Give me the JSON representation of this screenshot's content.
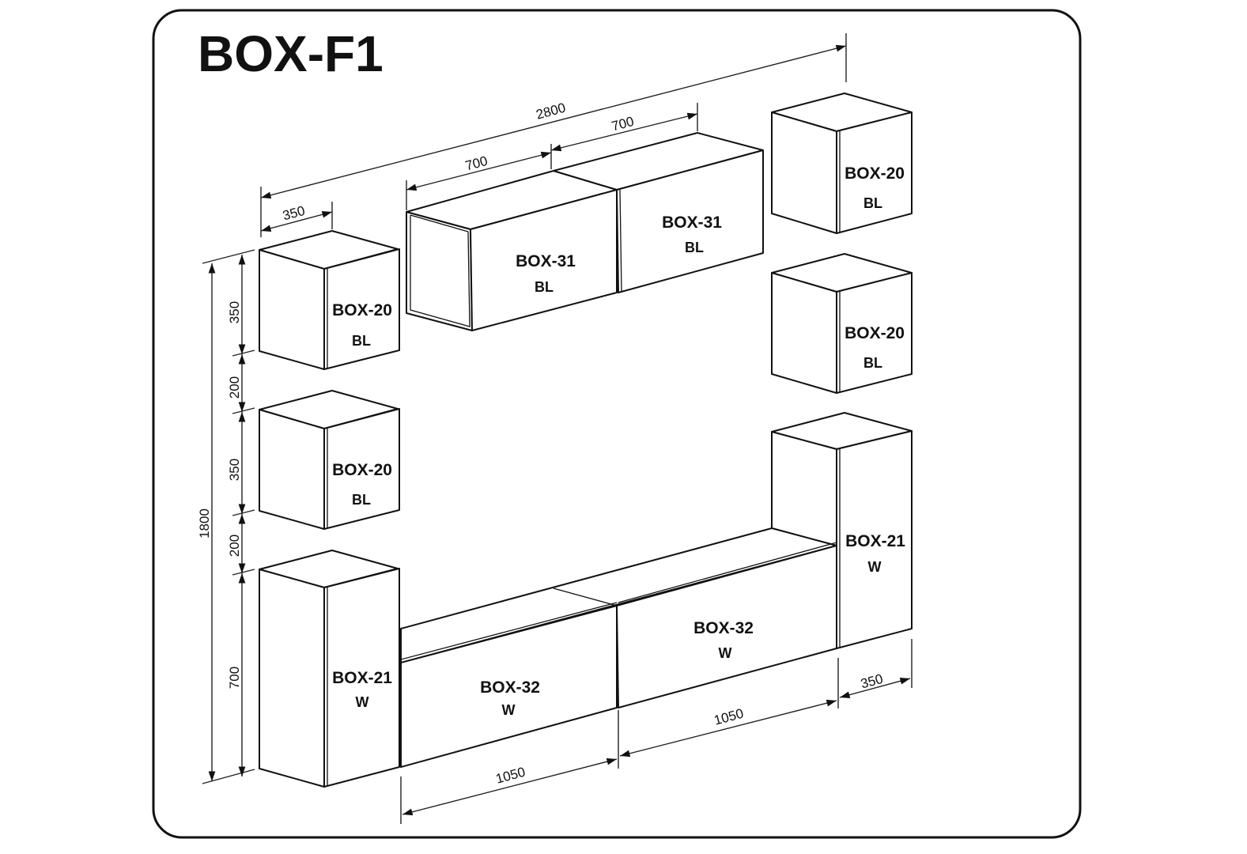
{
  "title": "BOX-F1",
  "modules": [
    {
      "name": "BOX-20",
      "finish": "BL"
    },
    {
      "name": "BOX-20",
      "finish": "BL"
    },
    {
      "name": "BOX-21",
      "finish": "W"
    },
    {
      "name": "BOX-31",
      "finish": "BL"
    },
    {
      "name": "BOX-31",
      "finish": "BL"
    },
    {
      "name": "BOX-20",
      "finish": "BL"
    },
    {
      "name": "BOX-20",
      "finish": "BL"
    },
    {
      "name": "BOX-21",
      "finish": "W"
    },
    {
      "name": "BOX-32",
      "finish": "W"
    },
    {
      "name": "BOX-32",
      "finish": "W"
    }
  ],
  "dimensions": {
    "total_width": "2800",
    "top_width_1": "700",
    "top_width_2": "700",
    "depth_top": "350",
    "total_height": "1800",
    "h1": "350",
    "h2": "200",
    "h3": "350",
    "h4": "200",
    "h5": "700",
    "bottom_width_1": "1050",
    "bottom_width_2": "1050",
    "depth_bottom": "350"
  }
}
